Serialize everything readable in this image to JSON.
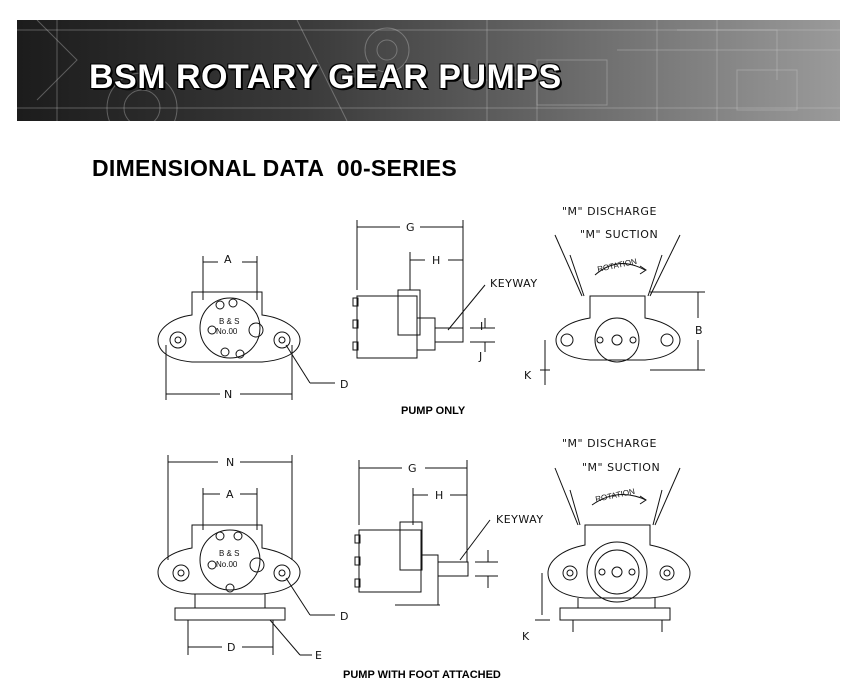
{
  "banner": {
    "title": "BSM ROTARY GEAR PUMPS"
  },
  "section": {
    "title": "DIMENSIONAL DATA  00-SERIES"
  },
  "figures": {
    "pump_only": {
      "caption": "PUMP ONLY",
      "labels": {
        "a": "A",
        "n": "N",
        "d": "D",
        "g": "G",
        "h": "H",
        "keyway": "KEYWAY",
        "i": "I",
        "j": "J",
        "m_discharge": "\"M\" DISCHARGE",
        "m_suction": "\"M\" SUCTION",
        "rotation": "ROTATION",
        "b": "B",
        "k": "K",
        "badge_top": "B & S",
        "badge_bottom": "No.00"
      }
    },
    "pump_with_foot": {
      "caption": "PUMP WITH FOOT ATTACHED",
      "labels": {
        "a": "A",
        "n": "N",
        "d_hole": "D",
        "d_base": "D",
        "e": "E",
        "g": "G",
        "h": "H",
        "keyway": "KEYWAY",
        "m_discharge": "\"M\" DISCHARGE",
        "m_suction": "\"M\" SUCTION",
        "rotation": "ROTATION",
        "k": "K",
        "badge_top": "B & S",
        "badge_bottom": "No.00"
      }
    }
  }
}
